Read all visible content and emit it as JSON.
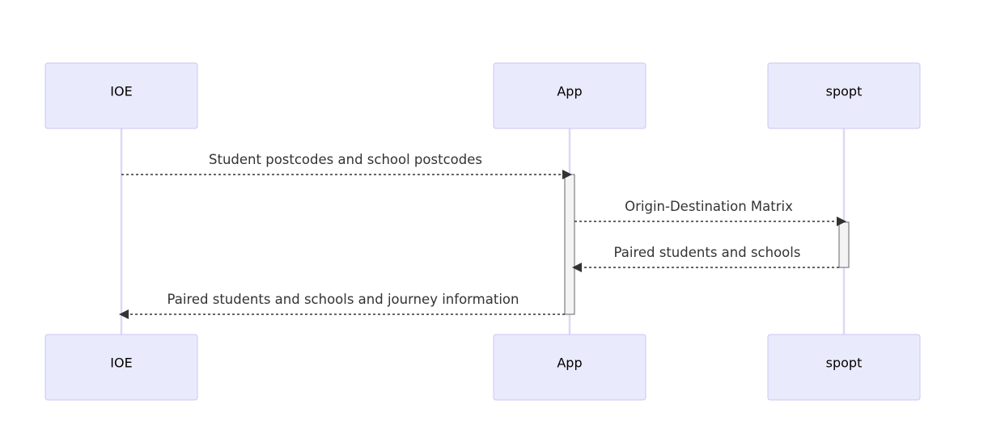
{
  "actors": [
    {
      "id": "ioe",
      "label": "IOE"
    },
    {
      "id": "app",
      "label": "App"
    },
    {
      "id": "spopt",
      "label": "spopt"
    }
  ],
  "messages": [
    {
      "from": "ioe",
      "to": "app",
      "label": "Student postcodes and school postcodes",
      "style": "dotted"
    },
    {
      "from": "app",
      "to": "spopt",
      "label": "Origin-Destination Matrix",
      "style": "dotted"
    },
    {
      "from": "spopt",
      "to": "app",
      "label": "Paired students and schools",
      "style": "dotted"
    },
    {
      "from": "app",
      "to": "ioe",
      "label": "Paired students and schools and journey information",
      "style": "dotted"
    }
  ],
  "colors": {
    "actor_fill": "#eaeafd",
    "actor_border": "#c9c7f2",
    "lifeline": "#dcd8f8",
    "message": "#333333",
    "activation_fill": "#f4f4f4",
    "activation_border": "#666666"
  }
}
